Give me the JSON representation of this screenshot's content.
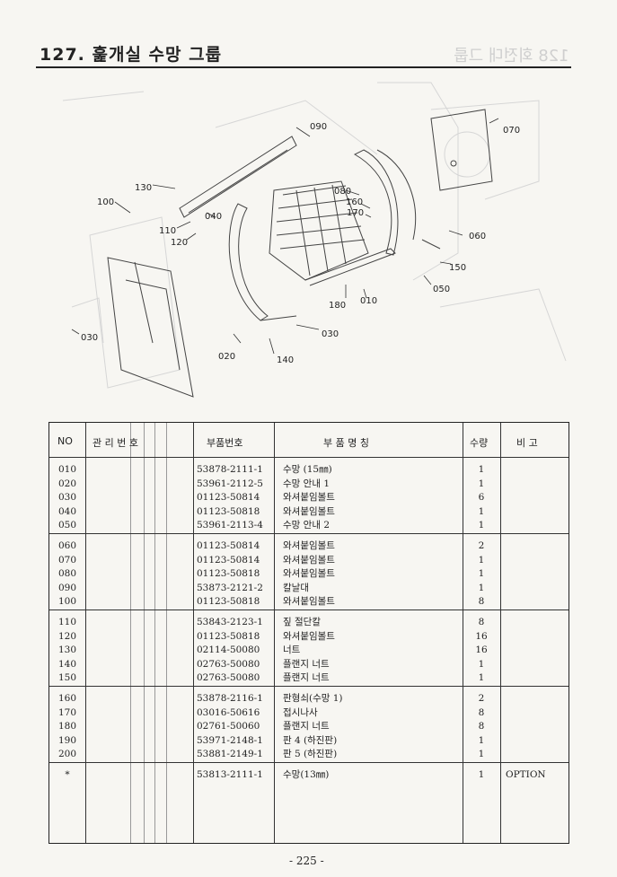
{
  "title": "127. 훑개실 수망 그룹",
  "headers": {
    "no": "NO",
    "mgmt": "관 리 번 호",
    "part_no": "부품번호",
    "part_name": "부 품 명 칭",
    "qty": "수량",
    "remarks": "비 고"
  },
  "groups": [
    [
      {
        "no": "010",
        "part_no": "53878-2111-1",
        "name": "수망 (15㎜)",
        "qty": "1",
        "remark": ""
      },
      {
        "no": "020",
        "part_no": "53961-2112-5",
        "name": "수망 안내 1",
        "qty": "1",
        "remark": ""
      },
      {
        "no": "030",
        "part_no": "01123-50814",
        "name": "와셔붙임볼트",
        "qty": "6",
        "remark": ""
      },
      {
        "no": "040",
        "part_no": "01123-50818",
        "name": "와셔붙임볼트",
        "qty": "1",
        "remark": ""
      },
      {
        "no": "050",
        "part_no": "53961-2113-4",
        "name": "수망 안내 2",
        "qty": "1",
        "remark": ""
      }
    ],
    [
      {
        "no": "060",
        "part_no": "01123-50814",
        "name": "와셔붙임볼트",
        "qty": "2",
        "remark": ""
      },
      {
        "no": "070",
        "part_no": "01123-50814",
        "name": "와셔붙임볼트",
        "qty": "1",
        "remark": ""
      },
      {
        "no": "080",
        "part_no": "01123-50818",
        "name": "와셔붙임볼트",
        "qty": "1",
        "remark": ""
      },
      {
        "no": "090",
        "part_no": "53873-2121-2",
        "name": "칼날대",
        "qty": "1",
        "remark": ""
      },
      {
        "no": "100",
        "part_no": "01123-50818",
        "name": "와셔붙임볼트",
        "qty": "8",
        "remark": ""
      }
    ],
    [
      {
        "no": "110",
        "part_no": "53843-2123-1",
        "name": "짚 절단칼",
        "qty": "8",
        "remark": ""
      },
      {
        "no": "120",
        "part_no": "01123-50818",
        "name": "와셔붙임볼트",
        "qty": "16",
        "remark": ""
      },
      {
        "no": "130",
        "part_no": "02114-50080",
        "name": "너트",
        "qty": "16",
        "remark": ""
      },
      {
        "no": "140",
        "part_no": "02763-50080",
        "name": "플랜지 너트",
        "qty": "1",
        "remark": ""
      },
      {
        "no": "150",
        "part_no": "02763-50080",
        "name": "플랜지 너트",
        "qty": "1",
        "remark": ""
      }
    ],
    [
      {
        "no": "160",
        "part_no": "53878-2116-1",
        "name": "판형쇠(수망 1)",
        "qty": "2",
        "remark": ""
      },
      {
        "no": "170",
        "part_no": "03016-50616",
        "name": "접시나사",
        "qty": "8",
        "remark": ""
      },
      {
        "no": "180",
        "part_no": "02761-50060",
        "name": "플랜지 너트",
        "qty": "8",
        "remark": ""
      },
      {
        "no": "190",
        "part_no": "53971-2148-1",
        "name": "판 4 (하진판)",
        "qty": "1",
        "remark": ""
      },
      {
        "no": "200",
        "part_no": "53881-2149-1",
        "name": "판 5 (하진판)",
        "qty": "1",
        "remark": ""
      }
    ],
    [
      {
        "no": "*",
        "part_no": "53813-2111-1",
        "name": "수망(13㎜)",
        "qty": "1",
        "remark": "OPTION"
      }
    ]
  ],
  "callouts": [
    "090",
    "070",
    "130",
    "100",
    "080",
    "160",
    "170",
    "040",
    "110",
    "120",
    "060",
    "150",
    "050",
    "180",
    "010",
    "030",
    "030",
    "020",
    "140"
  ],
  "page_number": "- 225 -"
}
